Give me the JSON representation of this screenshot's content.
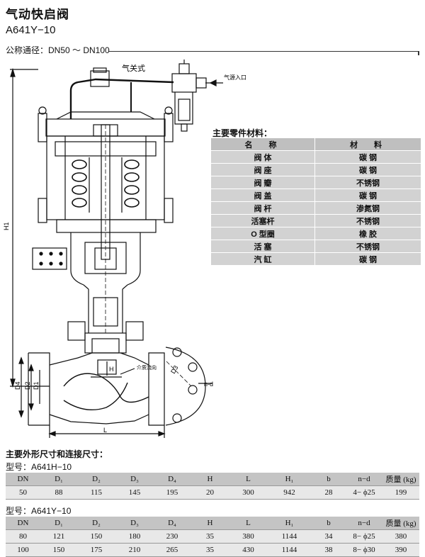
{
  "header": {
    "title": "气动快启阀",
    "model": "A641Y−10",
    "nominal_diameter": "公称通径：DN50 ～ DN100"
  },
  "drawing": {
    "label_air_close": "气关式",
    "label_air_inlet": "气源入口",
    "label_flow_direction": "介质流向",
    "dim_H1": "H1",
    "dim_D4": "D4",
    "dim_D2": "D2",
    "dim_D1": "D1",
    "dim_D3": "D3",
    "dim_L": "L",
    "dim_H": "H",
    "dim_nd": "n-d"
  },
  "parts": {
    "title": "主要零件材料：",
    "headers": [
      "名　称",
      "材　料"
    ],
    "rows": [
      [
        "阀 体",
        "碳 钢"
      ],
      [
        "阀 座",
        "碳 钢"
      ],
      [
        "阀 瓣",
        "不锈钢"
      ],
      [
        "阀 盖",
        "碳 钢"
      ],
      [
        "阀 杆",
        "渗氮钢"
      ],
      [
        "活塞杆",
        "不锈钢"
      ],
      [
        "O 型圈",
        "橡 胶"
      ],
      [
        "活 塞",
        "不锈钢"
      ],
      [
        "汽 缸",
        "碳 钢"
      ]
    ]
  },
  "dimensions": {
    "title": "主要外形尺寸和连接尺寸：",
    "headers": [
      "DN",
      "D₁",
      "D₂",
      "D₃",
      "D₄",
      "H",
      "L",
      "H₁",
      "b",
      "n−d",
      "质量 (kg)"
    ],
    "models": [
      {
        "label": "型号：A641H−10",
        "rows": [
          [
            "50",
            "88",
            "115",
            "145",
            "195",
            "20",
            "300",
            "942",
            "28",
            "4− ϕ25",
            "199"
          ]
        ]
      },
      {
        "label": "型号：A641Y−10",
        "rows": [
          [
            "80",
            "121",
            "150",
            "180",
            "230",
            "35",
            "380",
            "1144",
            "34",
            "8− ϕ25",
            "380"
          ],
          [
            "100",
            "150",
            "175",
            "210",
            "265",
            "35",
            "430",
            "1144",
            "38",
            "8− ϕ30",
            "390"
          ]
        ]
      }
    ]
  }
}
